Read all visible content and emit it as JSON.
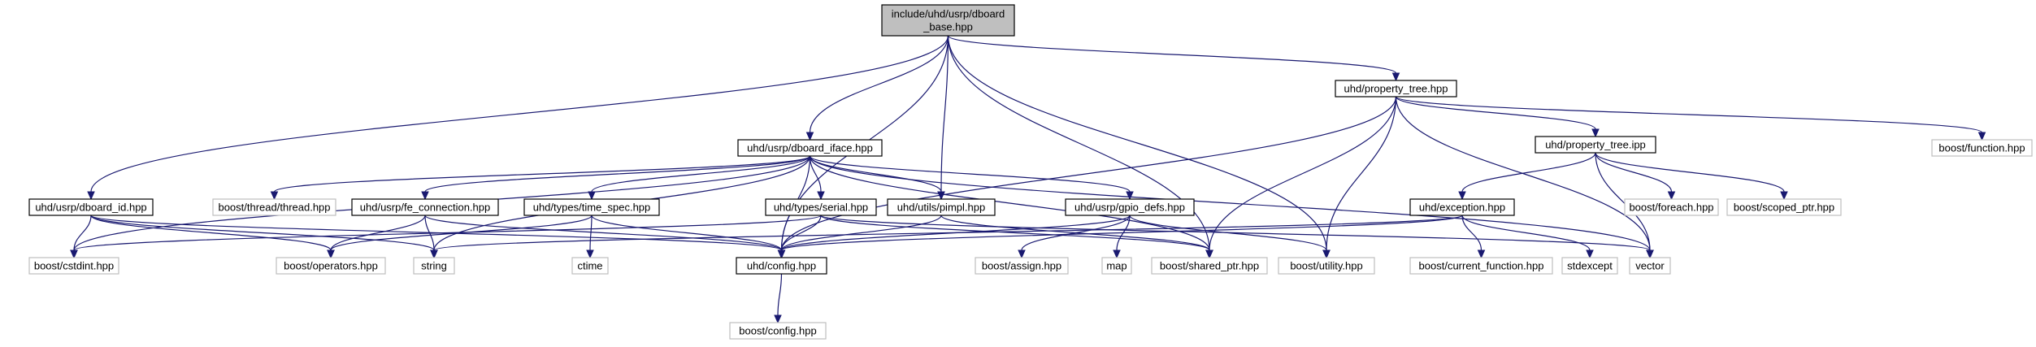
{
  "diagram": {
    "root": "root",
    "nodes": [
      {
        "id": "root",
        "lines": [
          "include/uhd/usrp/dboard",
          "_base.hpp"
        ],
        "style": "root"
      },
      {
        "id": "prop_tree",
        "lines": [
          "uhd/property_tree.hpp"
        ],
        "style": "doc"
      },
      {
        "id": "prop_ipp",
        "lines": [
          "uhd/property_tree.ipp"
        ],
        "style": "doc"
      },
      {
        "id": "dboard_iface",
        "lines": [
          "uhd/usrp/dboard_iface.hpp"
        ],
        "style": "doc"
      },
      {
        "id": "dboard_id",
        "lines": [
          "uhd/usrp/dboard_id.hpp"
        ],
        "style": "doc"
      },
      {
        "id": "fe_conn",
        "lines": [
          "uhd/usrp/fe_connection.hpp"
        ],
        "style": "doc"
      },
      {
        "id": "time_spec",
        "lines": [
          "uhd/types/time_spec.hpp"
        ],
        "style": "doc"
      },
      {
        "id": "serial",
        "lines": [
          "uhd/types/serial.hpp"
        ],
        "style": "doc"
      },
      {
        "id": "pimpl",
        "lines": [
          "uhd/utils/pimpl.hpp"
        ],
        "style": "doc"
      },
      {
        "id": "gpio",
        "lines": [
          "uhd/usrp/gpio_defs.hpp"
        ],
        "style": "doc"
      },
      {
        "id": "exception",
        "lines": [
          "uhd/exception.hpp"
        ],
        "style": "doc"
      },
      {
        "id": "config",
        "lines": [
          "uhd/config.hpp"
        ],
        "style": "doc"
      },
      {
        "id": "b_function",
        "lines": [
          "boost/function.hpp"
        ],
        "style": "ext"
      },
      {
        "id": "b_thread",
        "lines": [
          "boost/thread/thread.hpp"
        ],
        "style": "ext"
      },
      {
        "id": "b_foreach",
        "lines": [
          "boost/foreach.hpp"
        ],
        "style": "ext"
      },
      {
        "id": "b_scoped",
        "lines": [
          "boost/scoped_ptr.hpp"
        ],
        "style": "ext"
      },
      {
        "id": "b_cstdint",
        "lines": [
          "boost/cstdint.hpp"
        ],
        "style": "ext"
      },
      {
        "id": "b_operators",
        "lines": [
          "boost/operators.hpp"
        ],
        "style": "ext"
      },
      {
        "id": "string",
        "lines": [
          "string"
        ],
        "style": "ext"
      },
      {
        "id": "ctime",
        "lines": [
          "ctime"
        ],
        "style": "ext"
      },
      {
        "id": "b_assign",
        "lines": [
          "boost/assign.hpp"
        ],
        "style": "ext"
      },
      {
        "id": "map",
        "lines": [
          "map"
        ],
        "style": "ext"
      },
      {
        "id": "b_shared",
        "lines": [
          "boost/shared_ptr.hpp"
        ],
        "style": "ext"
      },
      {
        "id": "b_utility",
        "lines": [
          "boost/utility.hpp"
        ],
        "style": "ext"
      },
      {
        "id": "b_curfunc",
        "lines": [
          "boost/current_function.hpp"
        ],
        "style": "ext"
      },
      {
        "id": "stdexcept",
        "lines": [
          "stdexcept"
        ],
        "style": "ext"
      },
      {
        "id": "vector",
        "lines": [
          "vector"
        ],
        "style": "ext"
      },
      {
        "id": "b_config",
        "lines": [
          "boost/config.hpp"
        ],
        "style": "ext"
      }
    ],
    "edges": [
      [
        "root",
        "prop_tree"
      ],
      [
        "root",
        "dboard_iface"
      ],
      [
        "root",
        "dboard_id"
      ],
      [
        "root",
        "pimpl"
      ],
      [
        "root",
        "config"
      ],
      [
        "root",
        "b_shared"
      ],
      [
        "root",
        "b_utility"
      ],
      [
        "prop_tree",
        "prop_ipp"
      ],
      [
        "prop_tree",
        "b_function"
      ],
      [
        "prop_tree",
        "config"
      ],
      [
        "prop_tree",
        "b_shared"
      ],
      [
        "prop_tree",
        "b_utility"
      ],
      [
        "prop_tree",
        "vector"
      ],
      [
        "prop_ipp",
        "exception"
      ],
      [
        "prop_ipp",
        "b_foreach"
      ],
      [
        "prop_ipp",
        "b_scoped"
      ],
      [
        "prop_ipp",
        "vector"
      ],
      [
        "dboard_iface",
        "b_thread"
      ],
      [
        "dboard_iface",
        "fe_conn"
      ],
      [
        "dboard_iface",
        "time_spec"
      ],
      [
        "dboard_iface",
        "serial"
      ],
      [
        "dboard_iface",
        "pimpl"
      ],
      [
        "dboard_iface",
        "gpio"
      ],
      [
        "dboard_iface",
        "config"
      ],
      [
        "dboard_iface",
        "b_shared"
      ],
      [
        "dboard_iface",
        "b_cstdint"
      ],
      [
        "dboard_iface",
        "string"
      ],
      [
        "dboard_iface",
        "vector"
      ],
      [
        "dboard_id",
        "b_cstdint"
      ],
      [
        "dboard_id",
        "b_operators"
      ],
      [
        "dboard_id",
        "string"
      ],
      [
        "dboard_id",
        "config"
      ],
      [
        "fe_conn",
        "b_operators"
      ],
      [
        "fe_conn",
        "string"
      ],
      [
        "fe_conn",
        "config"
      ],
      [
        "time_spec",
        "b_operators"
      ],
      [
        "time_spec",
        "ctime"
      ],
      [
        "time_spec",
        "config"
      ],
      [
        "serial",
        "b_cstdint"
      ],
      [
        "serial",
        "config"
      ],
      [
        "serial",
        "b_shared"
      ],
      [
        "serial",
        "vector"
      ],
      [
        "pimpl",
        "config"
      ],
      [
        "pimpl",
        "b_shared"
      ],
      [
        "gpio",
        "b_assign"
      ],
      [
        "gpio",
        "map"
      ],
      [
        "gpio",
        "b_utility"
      ],
      [
        "gpio",
        "config"
      ],
      [
        "exception",
        "config"
      ],
      [
        "exception",
        "b_curfunc"
      ],
      [
        "exception",
        "stdexcept"
      ],
      [
        "exception",
        "string"
      ],
      [
        "config",
        "b_config"
      ]
    ]
  }
}
